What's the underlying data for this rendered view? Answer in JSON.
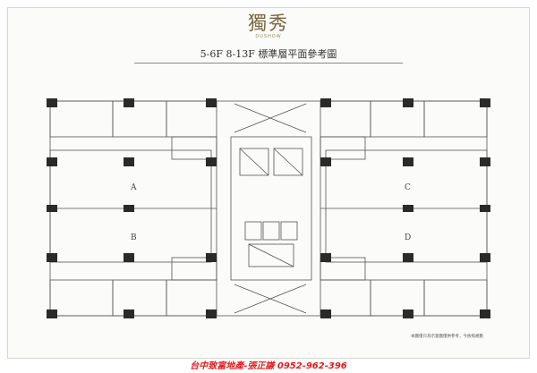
{
  "header": {
    "logo_text": "獨秀",
    "logo_sub": "DUSHOW",
    "title": "5-6F 8-13F 標準層平面參考圖"
  },
  "units": [
    "A",
    "B",
    "C",
    "D"
  ],
  "footer": {
    "note": "本圖僅只為示意圖僅供參考，今依照規劃",
    "credit": "台中致富地產-張正謙 0952-962-396"
  },
  "colors": {
    "wall": "#2a2a2a",
    "line": "#555555",
    "credit": "#e21b1b",
    "logo": "#7a6540"
  }
}
